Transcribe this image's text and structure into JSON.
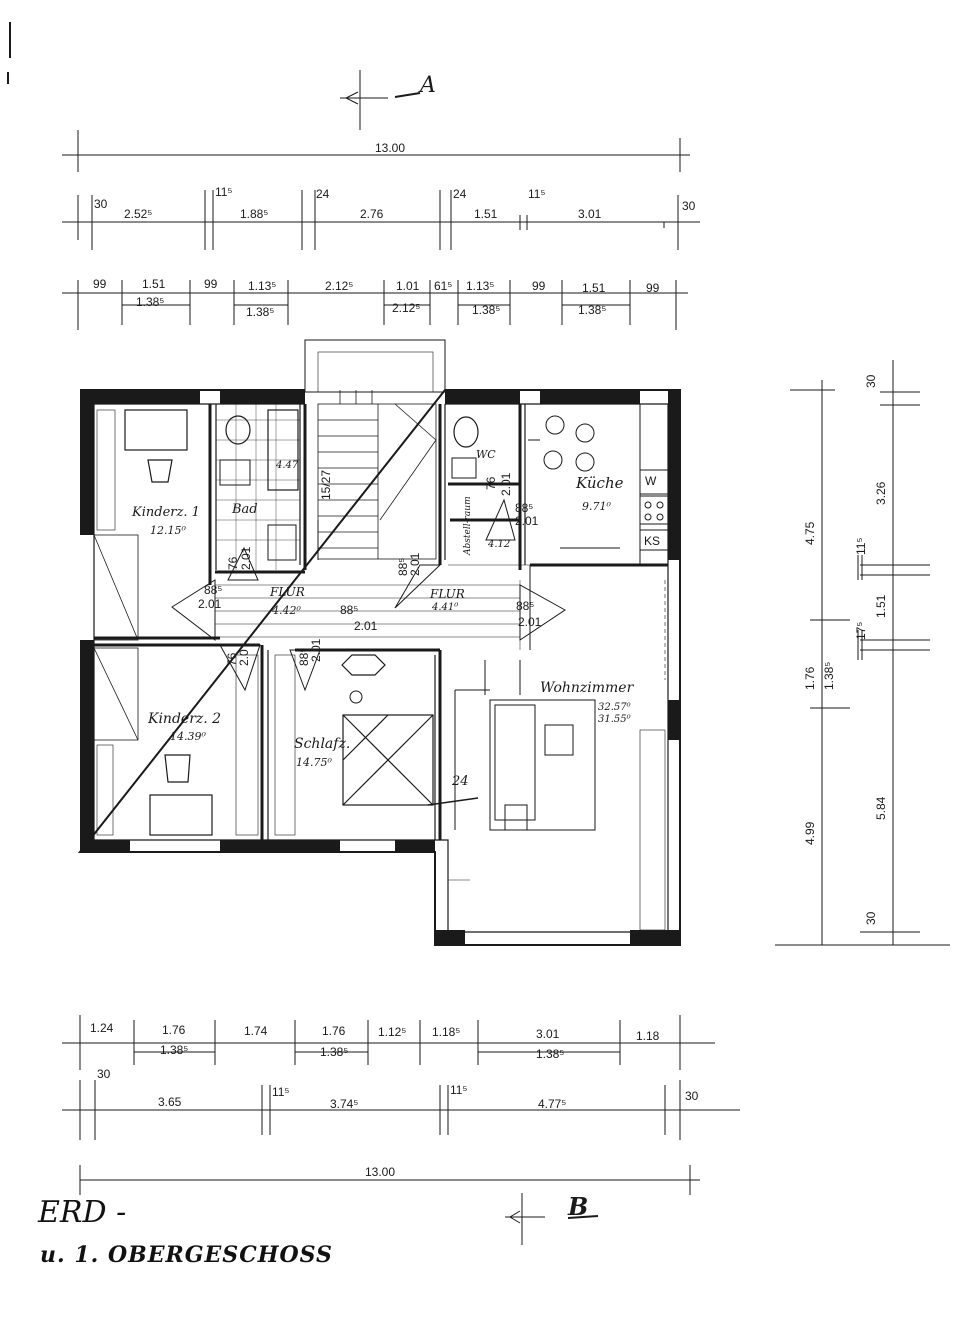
{
  "section_marks": {
    "top": "A",
    "bottom": "B"
  },
  "dims_top": {
    "overall": "13.00",
    "row2": [
      "30",
      "2.52⁵",
      "11⁵",
      "1.88⁵",
      "24",
      "2.76",
      "24",
      "1.51",
      "11⁵",
      "3.01",
      "30"
    ],
    "row3_top": [
      "99",
      "1.51",
      "99",
      "1.13⁵",
      "2.12⁵",
      "1.01",
      "61⁵",
      "1.13⁵",
      "99",
      "1.51",
      "99"
    ],
    "row3_bottom": [
      "1.38⁵",
      "1.38⁵",
      "2.12⁵",
      "1.38⁵",
      "1.38⁵"
    ]
  },
  "dims_right": {
    "outer": [
      "4.75",
      "1.76",
      "4.99"
    ],
    "outer_sub": [
      "1.38⁵"
    ],
    "inner": [
      "30",
      "3.26",
      "11⁵",
      "17⁵",
      "1.51",
      "5.84",
      "30"
    ]
  },
  "dims_bottom": {
    "row1_top": [
      "1.24",
      "1.76",
      "1.74",
      "1.76",
      "1.12⁵",
      "1.18⁵",
      "3.01",
      "1.18"
    ],
    "row1_bottom": [
      "1.38⁵",
      "1.38⁵",
      "1.38⁵"
    ],
    "row2": [
      "30",
      "3.65",
      "11⁵",
      "3.74⁵",
      "11⁵",
      "4.77⁵",
      "30"
    ],
    "overall": "13.00"
  },
  "rooms": {
    "kinder1": {
      "name": "Kinderz. 1",
      "area": "12.15⁰"
    },
    "bad": {
      "name": "Bad",
      "area": "4.47"
    },
    "wc": {
      "name": "WC"
    },
    "abstell": {
      "name": "Abstell-raum",
      "area": "4.12"
    },
    "kueche": {
      "name": "Küche",
      "area": "9.71⁰"
    },
    "flur1": {
      "name": "FLUR",
      "area": "4.42⁰"
    },
    "flur2": {
      "name": "FLUR",
      "area": "4.41⁰"
    },
    "kinder2": {
      "name": "Kinderz. 2",
      "area": "14.39⁰"
    },
    "schlafz": {
      "name": "Schlafz.",
      "area": "14.75⁰"
    },
    "wohn": {
      "name": "Wohnzimmer",
      "area": "32.57⁰",
      "area2": "31.55⁰"
    }
  },
  "door_labels": {
    "d1_top": "88⁵",
    "d1_bot": "2.01",
    "d2_top": "88⁵",
    "d2_bot": "2.01",
    "d3_top": "88⁵",
    "d3_bot": "2.01",
    "d4_top": "88⁵",
    "d4_bot": "2.01",
    "v1": "76",
    "v1b": "2.01",
    "v2": "88⁵",
    "v2b": "2.01",
    "v3": "76",
    "v3b": "2.0",
    "v4": "88⁵",
    "v4b": "2.01",
    "v5": "76",
    "v5b": "2.01",
    "stair": "15/27"
  },
  "fixtures": {
    "w": "W",
    "ks": "KS",
    "wall24": "24"
  },
  "caption": {
    "line1": "ERD -",
    "line2": "u. 1. OBERGESCHOSS"
  }
}
